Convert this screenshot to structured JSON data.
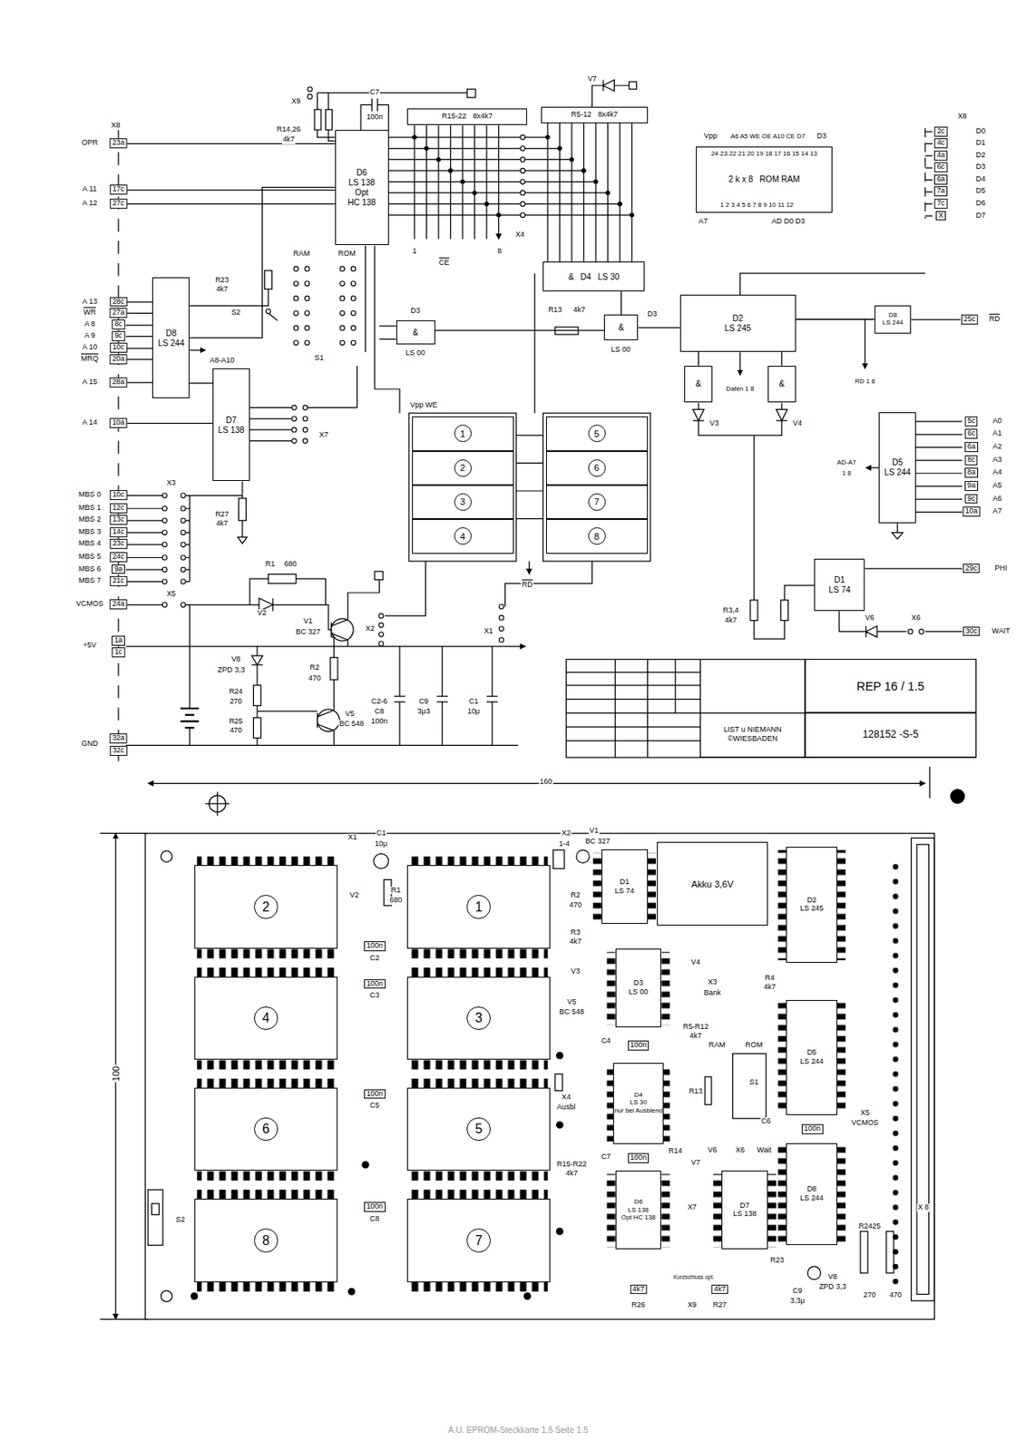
{
  "diagram": {
    "nodes": [
      {
        "text": [
          "D6",
          "LS 138",
          "Opt",
          "HC 138"
        ]
      },
      {
        "text": [
          "R15-22",
          "8x4k7"
        ]
      },
      {
        "text": [
          "R5-12",
          "8x4k7"
        ]
      },
      {
        "text": [
          "&",
          "D4",
          "LS 30"
        ]
      },
      {
        "text": [
          "D8",
          "LS 244"
        ]
      },
      {
        "text": [
          "D7",
          "LS 138"
        ]
      },
      {
        "text": [
          "&"
        ]
      },
      {
        "text": [
          "&"
        ]
      },
      {
        "text": [
          "D2",
          "LS 245"
        ]
      },
      {
        "text": [
          "D8",
          "LS 244"
        ]
      },
      {
        "text": [
          "&"
        ]
      },
      {
        "text": [
          "&"
        ]
      },
      {
        "text": [
          "D5",
          "LS 244"
        ]
      },
      {
        "text": [
          "D1",
          "LS 74"
        ]
      },
      {
        "text": [
          "1"
        ]
      },
      {
        "text": [
          "2"
        ]
      },
      {
        "text": [
          "3"
        ]
      },
      {
        "text": [
          "4"
        ]
      },
      {
        "text": [
          "5"
        ]
      },
      {
        "text": [
          "6"
        ]
      },
      {
        "text": [
          "7"
        ]
      },
      {
        "text": [
          "8"
        ]
      },
      {
        "text": [
          "2 k x 8",
          "ROM RAM"
        ]
      },
      {
        "text": [
          "REP 16 / 1.5"
        ]
      },
      {
        "text": [
          "128152 -S-5"
        ]
      },
      {
        "text": [
          "LIST u NIEMANN",
          "©WIESBADEN"
        ]
      },
      {
        "text": [
          "2"
        ]
      },
      {
        "text": [
          "1"
        ]
      },
      {
        "text": [
          "4"
        ]
      },
      {
        "text": [
          "3"
        ]
      },
      {
        "text": [
          "6"
        ]
      },
      {
        "text": [
          "5"
        ]
      },
      {
        "text": [
          "8"
        ]
      },
      {
        "text": [
          "7"
        ]
      },
      {
        "text": [
          "D1",
          "LS 74"
        ]
      },
      {
        "text": [
          "Akku 3,6V"
        ]
      },
      {
        "text": [
          "D2",
          "LS 245"
        ]
      },
      {
        "text": [
          "D3",
          "LS 00"
        ]
      },
      {
        "text": [
          "D5",
          "LS 244"
        ]
      },
      {
        "text": [
          "D4",
          "LS 30",
          "nur bei Ausblend"
        ]
      },
      {
        "text": [
          "D6",
          "LS 138",
          "Opt HC 138"
        ]
      },
      {
        "text": [
          "D7",
          "LS 138"
        ]
      },
      {
        "text": [
          "D8",
          "LS 244"
        ]
      }
    ],
    "edges": [
      {
        "from": 4,
        "to": 5,
        "arrow": "none"
      },
      {
        "from": 4,
        "to": 0,
        "arrow": "none"
      },
      {
        "from": 3,
        "to": 7,
        "arrow": "none"
      },
      {
        "from": 6,
        "to": 7,
        "arrow": "none"
      },
      {
        "from": 7,
        "to": 8,
        "arrow": "none"
      },
      {
        "from": 8,
        "to": 9,
        "arrow": "none"
      },
      {
        "from": 10,
        "to": 8,
        "arrow": "none"
      },
      {
        "from": 11,
        "to": 8,
        "arrow": "none"
      }
    ],
    "labels": [
      "X8",
      "OPR",
      "23a",
      "A 11",
      "17c",
      "A 12",
      "27c",
      "A 13",
      "28c",
      "WR",
      "27a",
      "A 8",
      "8c",
      "A 9",
      "9c",
      "A 10",
      "10c",
      "MRQ",
      "20a",
      "A 15",
      "28a",
      "A 14",
      "10a",
      "X3",
      "MBS 0",
      "10c",
      "MBS 1",
      "12c",
      "MBS 2",
      "13c",
      "MBS 3",
      "14c",
      "MBS 4",
      "23c",
      "MBS 5",
      "24c",
      "MBS 6",
      "9a",
      "MBS 7",
      "21c",
      "X5",
      "VCMOS",
      "24a",
      "+5V",
      "1a",
      "1c",
      "GND",
      "32a",
      "32c",
      "X9",
      "R14,26",
      "4k7",
      "C7",
      "100n",
      "V7",
      "1",
      "CE",
      "8",
      "X4",
      "Vpp",
      "A6 A5 WE OE A10 CE D7",
      "D3",
      "24 23 22 21 20 19 18 17 16 15 14 13",
      "1 2 3 4 5 6 7 8 9 10 11 12",
      "A7",
      "AD D0 D3",
      "X8",
      "2c",
      "D0",
      "4c",
      "D1",
      "4a",
      "D2",
      "6c",
      "D3",
      "6a",
      "D4",
      "7a",
      "D5",
      "7c",
      "D6",
      "X",
      "D7",
      "R23",
      "4k7",
      "S2",
      "A8-A10",
      "RAM",
      "ROM",
      "S1",
      "X7",
      "R27",
      "4k7",
      "D3",
      "LS 00",
      "R13",
      "4k7",
      "D3",
      "LS 00",
      "Vpp WE",
      "Daten 1 8",
      "RD 1 8",
      "RD",
      "25c",
      "V3",
      "V4",
      "AD-A7",
      "1 8",
      "5c",
      "A0",
      "6c",
      "A1",
      "6a",
      "A2",
      "8c",
      "A3",
      "8a",
      "A4",
      "9a",
      "A5",
      "9c",
      "A6",
      "10a",
      "A7",
      "RD",
      "PHI",
      "29c",
      "WAIT",
      "30c",
      "V6",
      "X6",
      "R3,4",
      "4k7",
      "R1",
      "680",
      "V2",
      "V1",
      "BC 327",
      "X2",
      "X1",
      "R2",
      "470",
      "V8",
      "ZPD 3,3",
      "R24",
      "270",
      "R25",
      "470",
      "V5",
      "BC 548",
      "C2-6",
      "C8",
      "100n",
      "C9",
      "3μ3",
      "C1",
      "10μ",
      "160",
      "100",
      "X1",
      "C1",
      "10μ",
      "V2",
      "R1",
      "680",
      "100n",
      "C2",
      "100n",
      "C3",
      "100n",
      "C5",
      "100n",
      "C8",
      "S2",
      "X2",
      "1-4",
      "V1",
      "BC 327",
      "R2",
      "470",
      "R3",
      "4k7",
      "V3",
      "V5",
      "BC 548",
      "V4",
      "X3",
      "Bank",
      "R4",
      "4k7",
      "R5-R12",
      "4k7",
      "RAM",
      "ROM",
      "S1",
      "C4",
      "100n",
      "X4",
      "Ausbl",
      "X5",
      "VCMOS",
      "C6",
      "100n",
      "C7",
      "100n",
      "R14",
      "V6",
      "X6",
      "Wait",
      "R13",
      "R15-R22",
      "4k7",
      "V7",
      "X7",
      "R23",
      "R2425",
      "270",
      "470",
      "V8",
      "ZPD 3,3",
      "C9",
      "3,3μ",
      "4k7",
      "R26",
      "Kurzschluss opt.",
      "X9",
      "4k7",
      "R27",
      "X 8",
      "A.U. EPROM-Steckkarte 1.5 Seite 1.5"
    ]
  }
}
